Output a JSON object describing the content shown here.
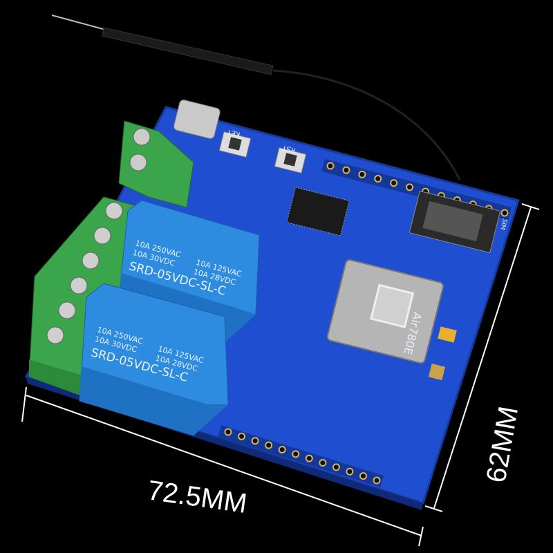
{
  "dimensions": {
    "width_label": "72.5MM",
    "height_label": "62MM"
  },
  "board": {
    "buttons": [
      "KEY",
      "RST"
    ],
    "sim_label": "SIM",
    "module_label": "Air780E",
    "relays": [
      {
        "line1a": "10A 250VAC",
        "line1b": "10A 125VAC",
        "line2a": "10A 30VDC",
        "line2b": "10A 28VDC",
        "model": "SRD-05VDC-SL-C"
      },
      {
        "line1a": "10A 250VAC",
        "line1b": "10A 125VAC",
        "line2a": "10A 30VDC",
        "line2b": "10A 28VDC",
        "model": "SRD-05VDC-SL-C"
      }
    ]
  },
  "colors": {
    "pcb": "#1f4fd0",
    "relay": "#2d8be0",
    "terminal": "#3aa54a",
    "background": "#000000"
  }
}
